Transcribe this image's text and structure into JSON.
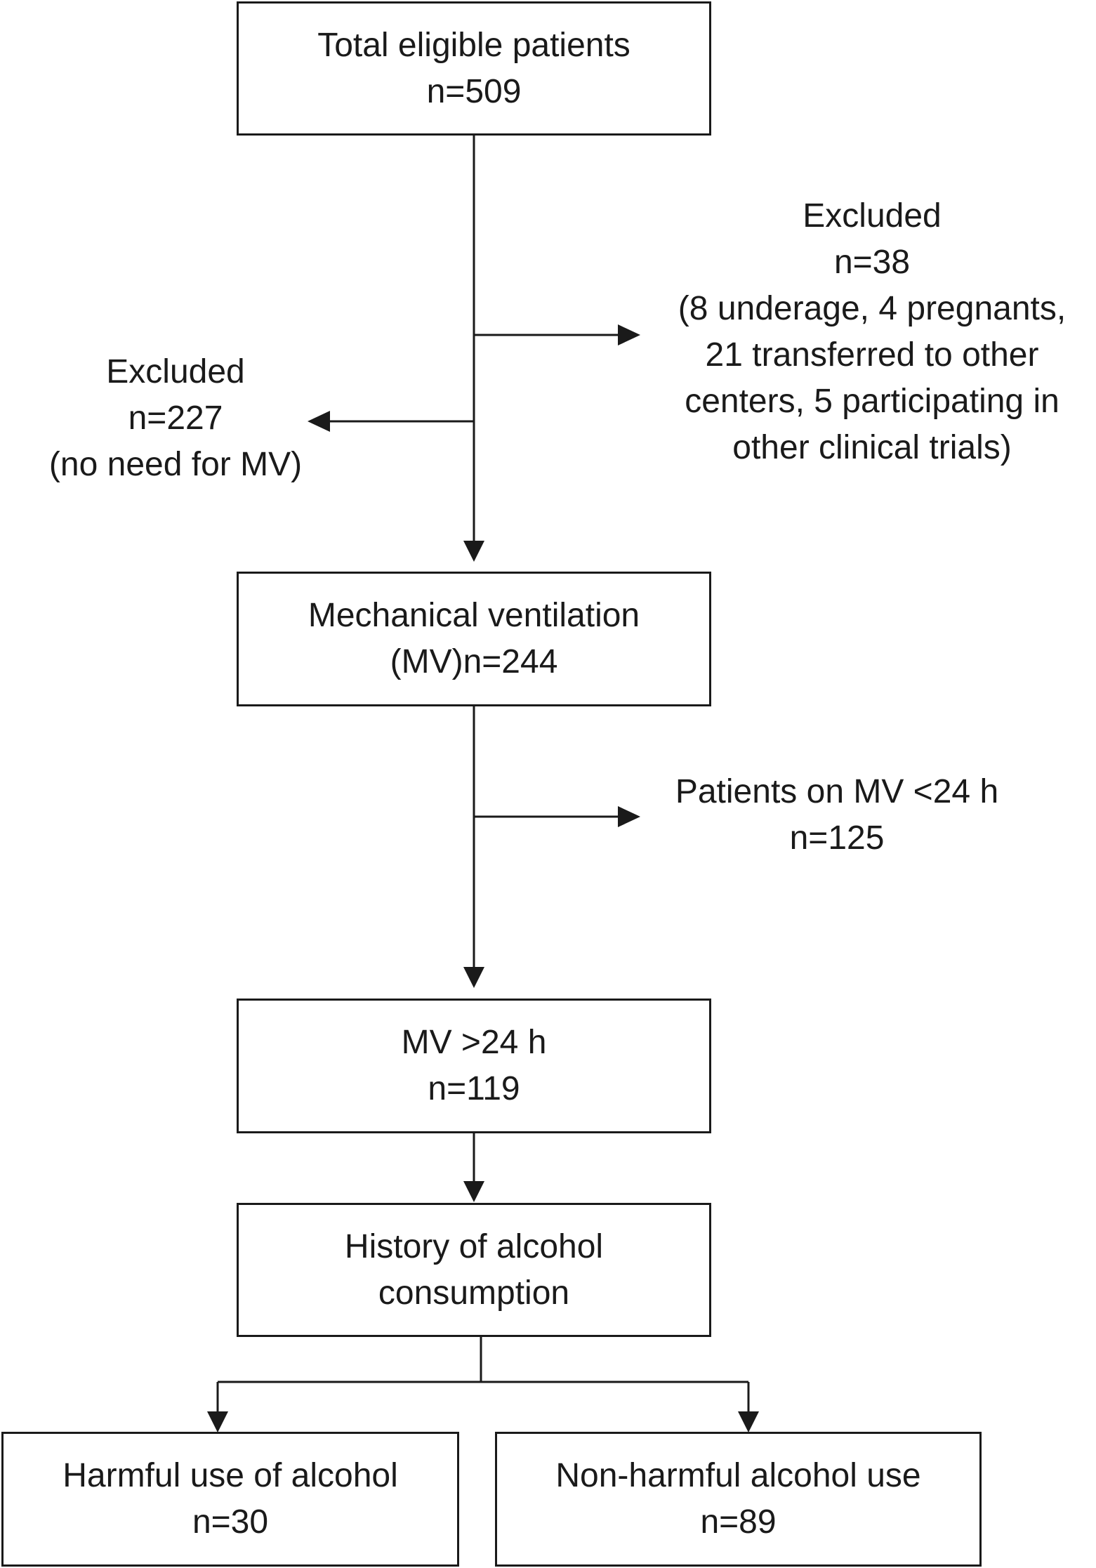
{
  "nodes": {
    "total": {
      "title": "Total eligible patients",
      "count": "n=509"
    },
    "mechanical_ventilation": {
      "title": "Mechanical ventilation",
      "count": "(MV)n=244"
    },
    "mv_over_24h": {
      "title": "MV >24 h",
      "count": "n=119"
    },
    "alcohol_history": {
      "line1": "History of alcohol",
      "line2": "consumption"
    },
    "harmful_use": {
      "title": "Harmful use of alcohol",
      "count": "n=30"
    },
    "non_harmful_use": {
      "title": "Non-harmful alcohol use",
      "count": "n=89"
    }
  },
  "notes": {
    "excluded_no_mv": {
      "title": "Excluded",
      "count": "n=227",
      "reason": "(no need for MV)"
    },
    "excluded_other": {
      "title": "Excluded",
      "count": "n=38",
      "reasons": [
        "(8 underage, 4 pregnants,",
        "21 transferred to other",
        "centers, 5 participating in",
        "other clinical trials)"
      ]
    },
    "mv_under_24h": {
      "title": "Patients on MV <24 h",
      "count": "n=125"
    }
  },
  "style": {
    "stroke_color": "#1a1a1a",
    "background_color": "#ffffff"
  }
}
